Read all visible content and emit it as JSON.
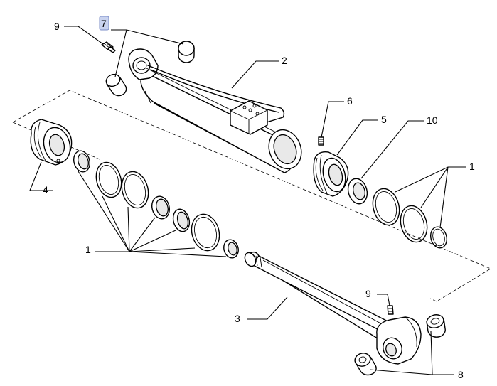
{
  "callouts": {
    "c7": "7",
    "c9_top": "9",
    "c2": "2",
    "c6": "6",
    "c5": "5",
    "c10": "10",
    "c1_right": "1",
    "c4": "4",
    "c1_left": "1",
    "c9_bottom": "9",
    "c3": "3",
    "c8": "8"
  },
  "selected_callout": "7",
  "colors": {
    "highlight_fill": "#c9d3ef",
    "highlight_stroke": "#7b8cc7",
    "line": "#000000"
  }
}
